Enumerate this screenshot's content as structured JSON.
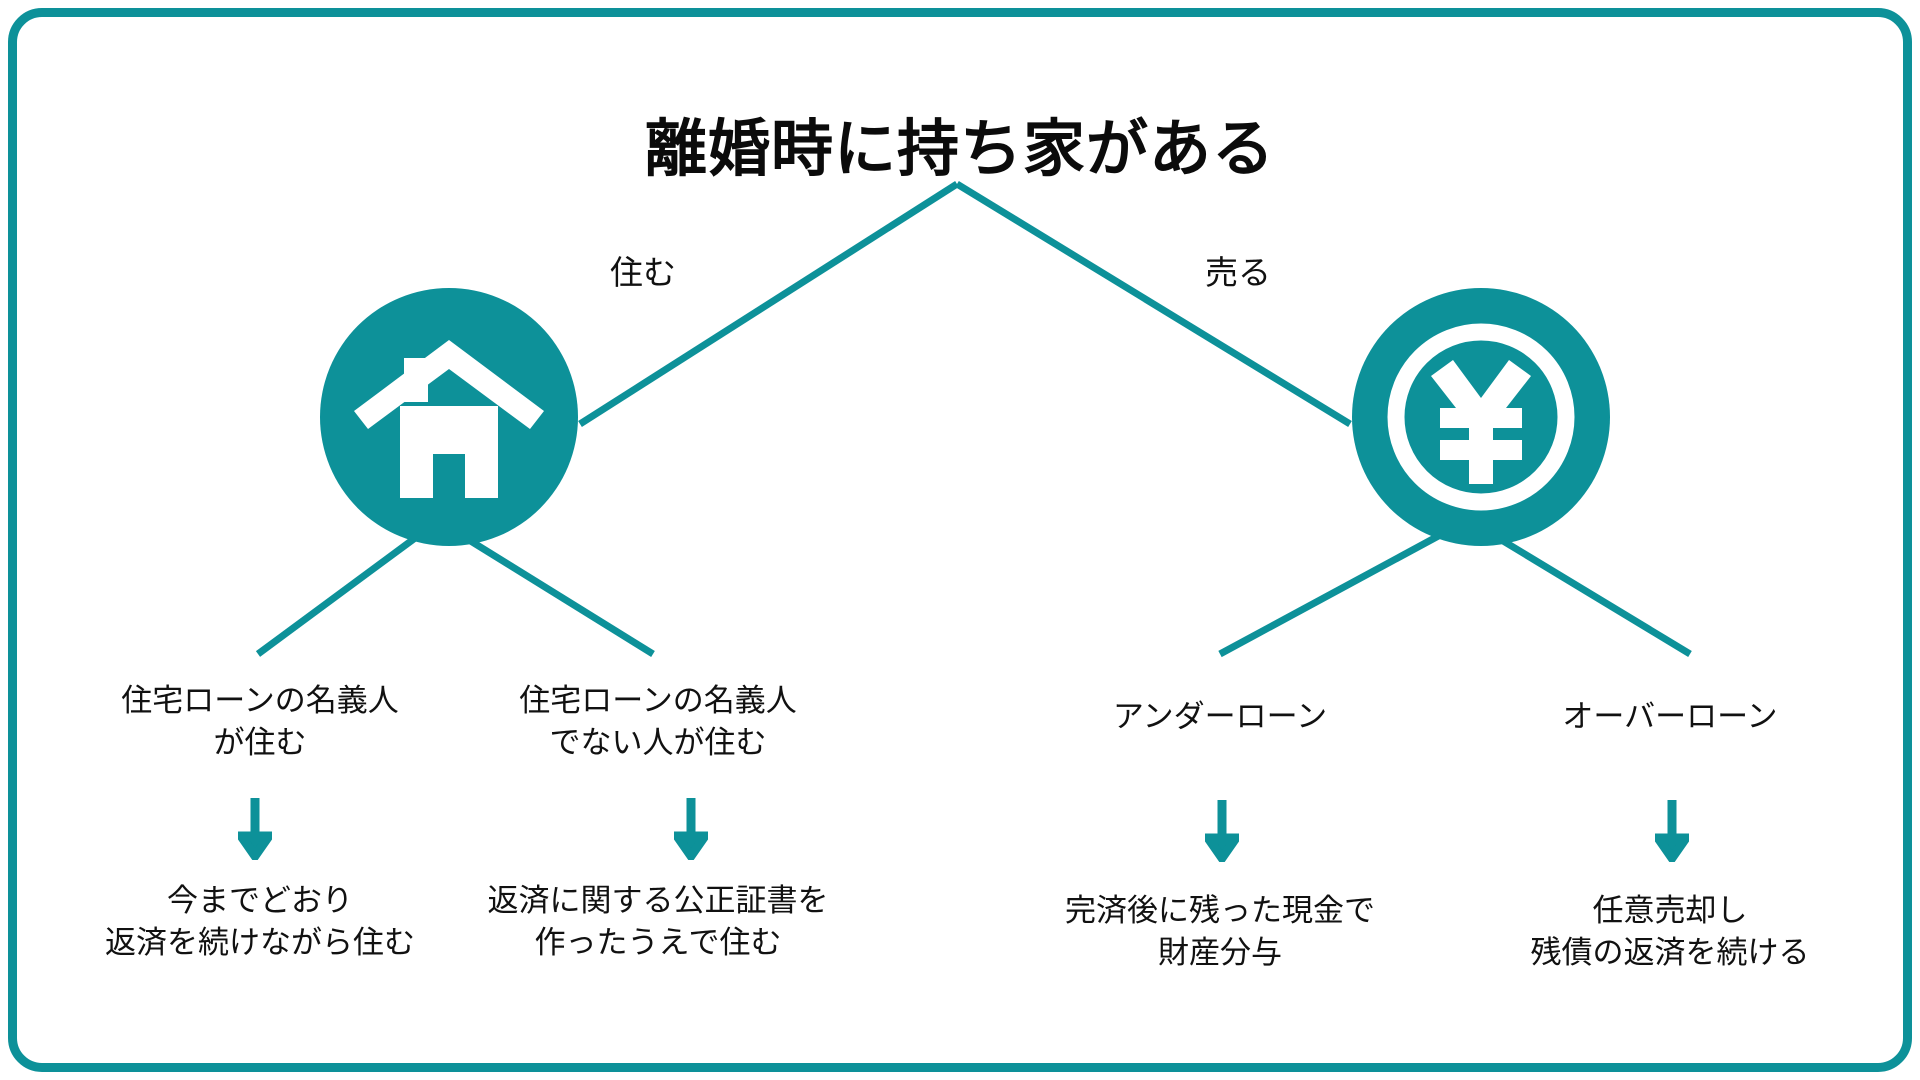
{
  "diagram": {
    "title": "離婚時に持ち家がある",
    "accent_color": "#0d9199",
    "text_color": "#111111",
    "background_color": "#ffffff",
    "branches": [
      {
        "label": "住む",
        "icon": "house-icon",
        "options": [
          {
            "category": "住宅ローンの名義人\nが住む",
            "arrow": "down-arrow",
            "outcome": "今までどおり\n返済を続けながら住む"
          },
          {
            "category": "住宅ローンの名義人\nでない人が住む",
            "arrow": "down-arrow",
            "outcome": "返済に関する公正証書を\n作ったうえで住む"
          }
        ]
      },
      {
        "label": "売る",
        "icon": "yen-coin-icon",
        "options": [
          {
            "category": "アンダーローン",
            "arrow": "down-arrow",
            "outcome": "完済後に残った現金で\n財産分与"
          },
          {
            "category": "オーバーローン",
            "arrow": "down-arrow",
            "outcome": "任意売却し\n残債の返済を続ける"
          }
        ]
      }
    ]
  }
}
